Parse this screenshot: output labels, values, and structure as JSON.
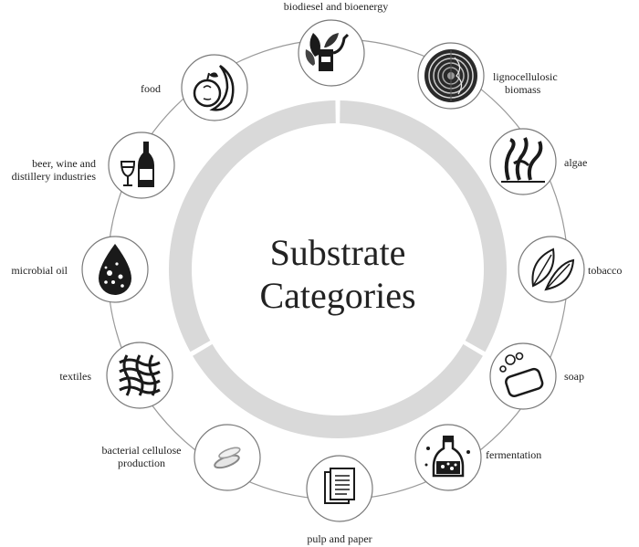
{
  "title_lines": [
    "Substrate",
    "Categories"
  ],
  "categories": [
    {
      "label_lines": [
        "biodiesel and bioenergy"
      ],
      "icon": "fuel-pump-plant-icon"
    },
    {
      "label_lines": [
        "lignocellulosic",
        "biomass"
      ],
      "icon": "wood-rings-icon"
    },
    {
      "label_lines": [
        "algae"
      ],
      "icon": "algae-icon"
    },
    {
      "label_lines": [
        "tobacco"
      ],
      "icon": "tobacco-leaf-icon"
    },
    {
      "label_lines": [
        "soap"
      ],
      "icon": "soap-bar-icon"
    },
    {
      "label_lines": [
        "fermentation"
      ],
      "icon": "fermentation-flask-icon"
    },
    {
      "label_lines": [
        "pulp and paper"
      ],
      "icon": "paper-sheets-icon"
    },
    {
      "label_lines": [
        "bacterial cellulose",
        "production"
      ],
      "icon": "cellulose-film-icon"
    },
    {
      "label_lines": [
        "textiles"
      ],
      "icon": "woven-fabric-icon"
    },
    {
      "label_lines": [
        "microbial oil"
      ],
      "icon": "oil-drop-icon"
    },
    {
      "label_lines": [
        "beer, wine and",
        "distillery industries"
      ],
      "icon": "wine-bottle-glass-icon"
    },
    {
      "label_lines": [
        "food"
      ],
      "icon": "apple-banana-icon"
    }
  ],
  "colors": {
    "ring": "#d9d9d9",
    "outline": "#9a9a9a",
    "icon_dark": "#1a1a1a",
    "text": "#222222"
  }
}
